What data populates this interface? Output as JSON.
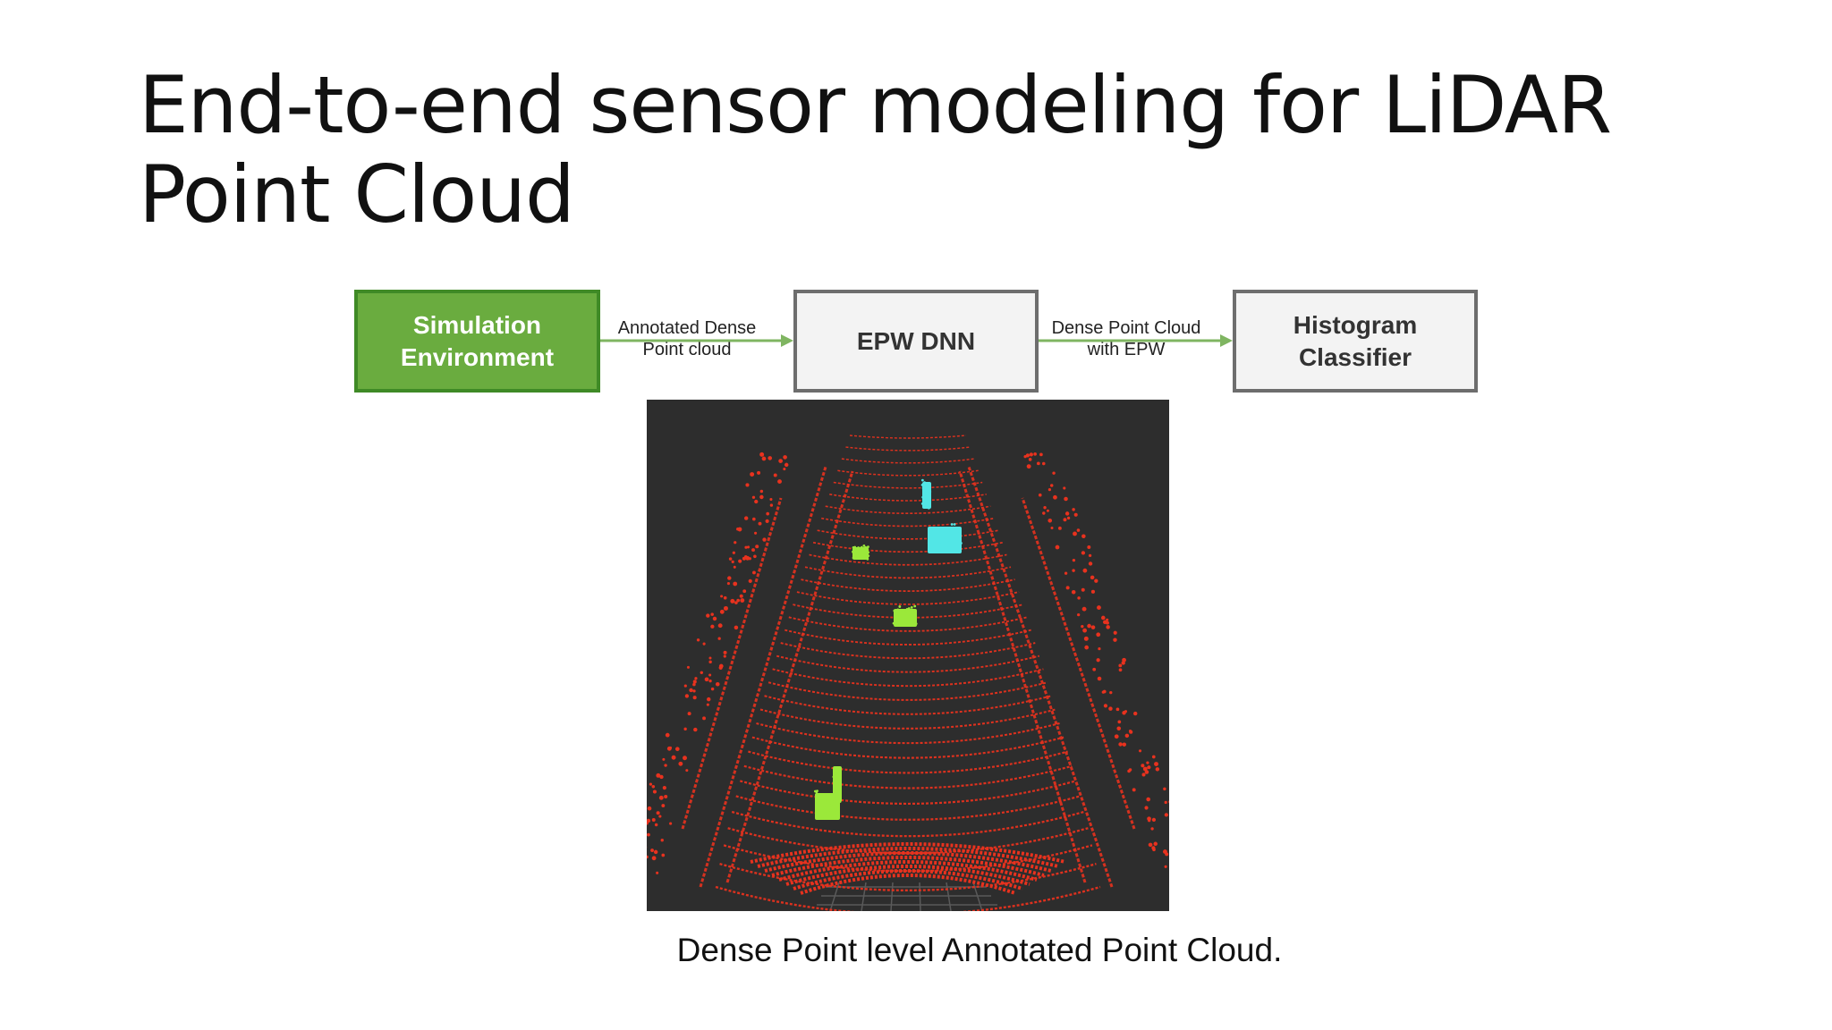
{
  "slide": {
    "title_line1": "End-to-end sensor modeling for LiDAR",
    "title_line2": "Point Cloud"
  },
  "pipeline": {
    "box1": {
      "line1": "Simulation",
      "line2": "Environment"
    },
    "arrow1": {
      "line1": "Annotated Dense",
      "line2": "Point cloud"
    },
    "box2": {
      "label": "EPW DNN"
    },
    "arrow2": {
      "line1": "Dense Point Cloud",
      "line2": "with  EPW"
    },
    "box3": {
      "line1": "Histogram",
      "line2": "Classifier"
    }
  },
  "figure": {
    "caption": "Dense Point level Annotated Point Cloud.",
    "colors": {
      "background": "#2d2d2d",
      "ground": "#e8321e",
      "class_a": "#9be83a",
      "class_b": "#52e6e6"
    }
  }
}
